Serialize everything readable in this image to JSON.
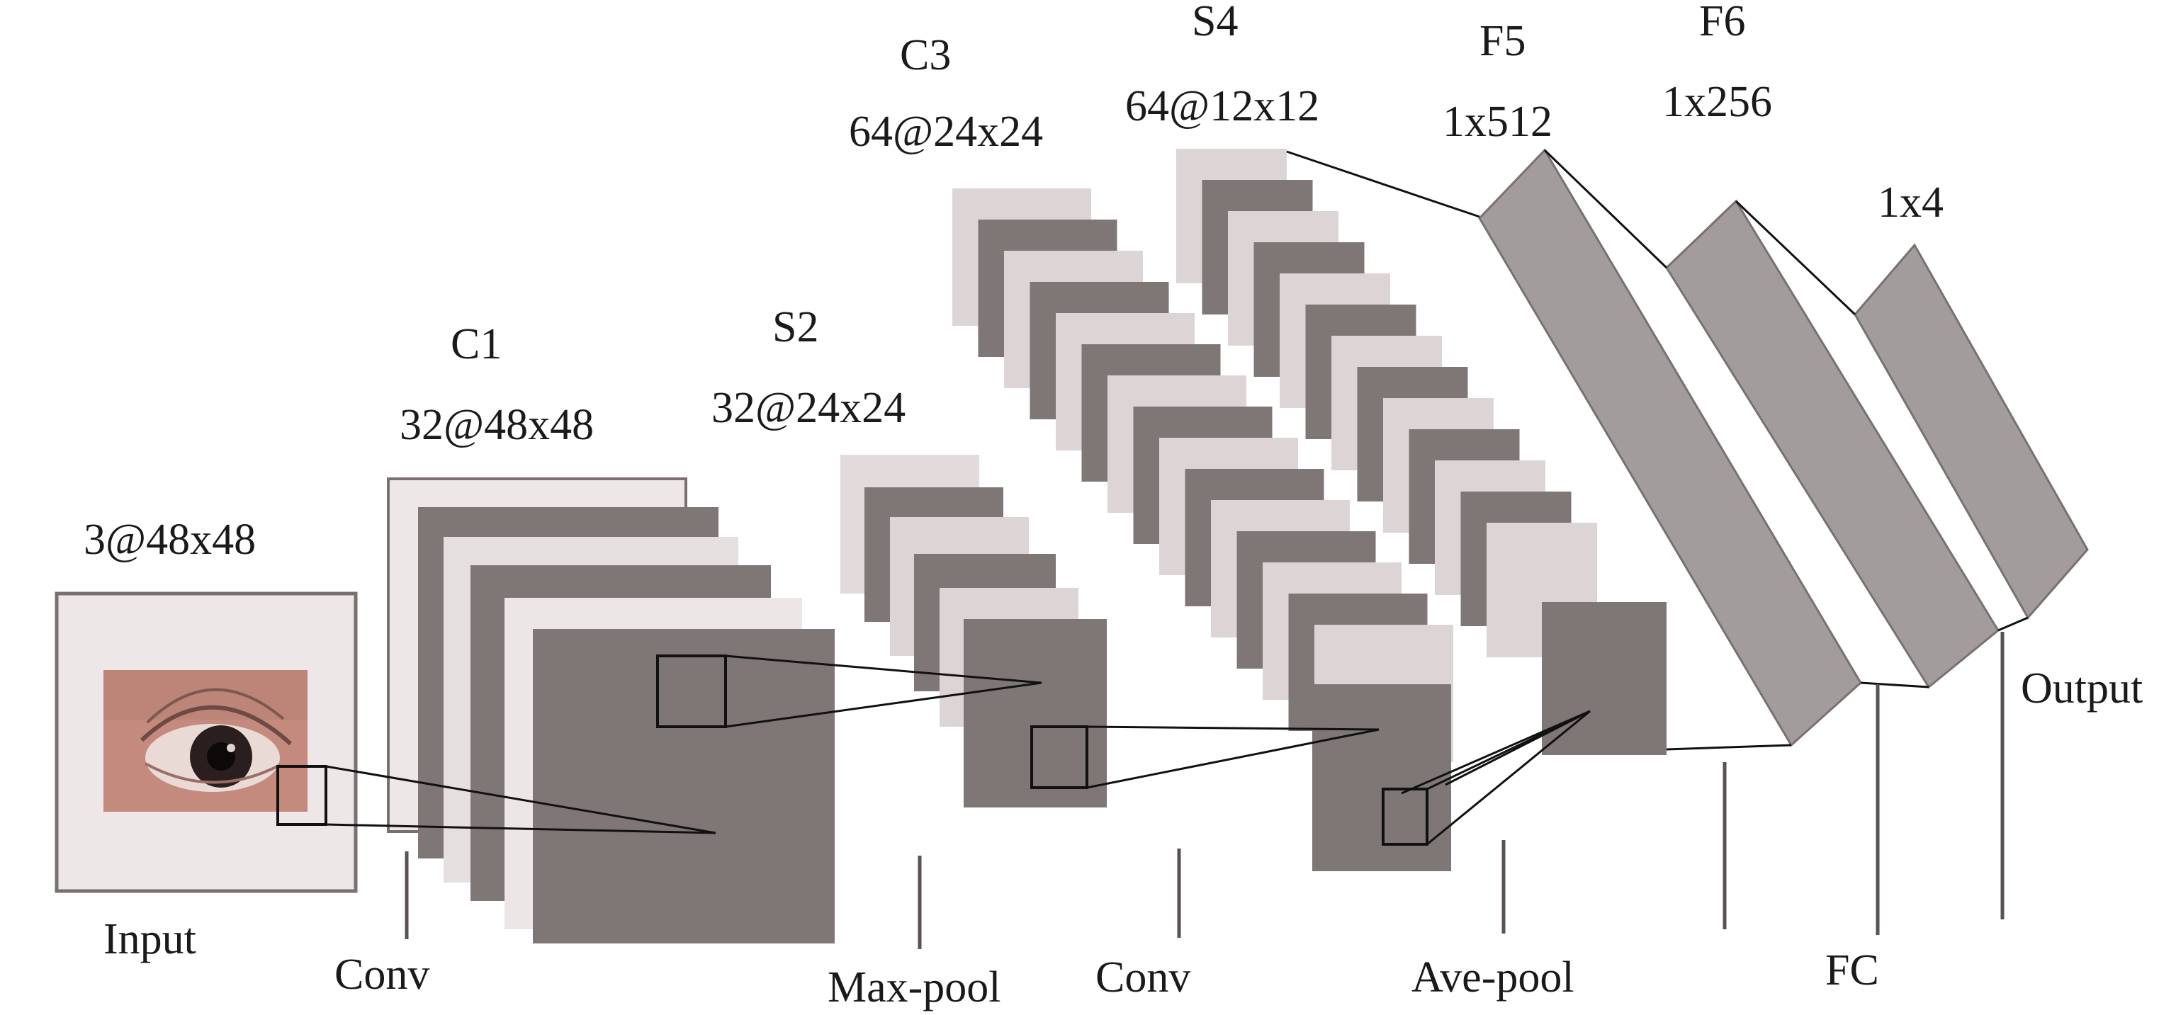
{
  "layers": {
    "input": {
      "label": "Input",
      "dims": "3@48x48"
    },
    "c1": {
      "label": "C1",
      "dims": "32@48x48"
    },
    "s2": {
      "label": "S2",
      "dims": "32@24x24"
    },
    "c3": {
      "label": "C3",
      "dims": "64@24x24"
    },
    "s4": {
      "label": "S4",
      "dims": "64@12x12"
    },
    "f5": {
      "label": "F5",
      "dims": "1x512"
    },
    "f6": {
      "label": "F6",
      "dims": "1x256"
    },
    "out": {
      "dims": "1x4"
    }
  },
  "operations": {
    "conv1": "Conv",
    "maxpool": "Max-pool",
    "conv2": "Conv",
    "avepool": "Ave-pool",
    "fc": "FC",
    "output": "Output"
  },
  "colors": {
    "dark_map": "#7f7676",
    "light_map": "#ddd5d5",
    "fc_block": "#a39c9c",
    "frame": "#7a7070",
    "input_bg": "#ede7e7",
    "skin": "#c48a7e",
    "line": "#111111"
  }
}
